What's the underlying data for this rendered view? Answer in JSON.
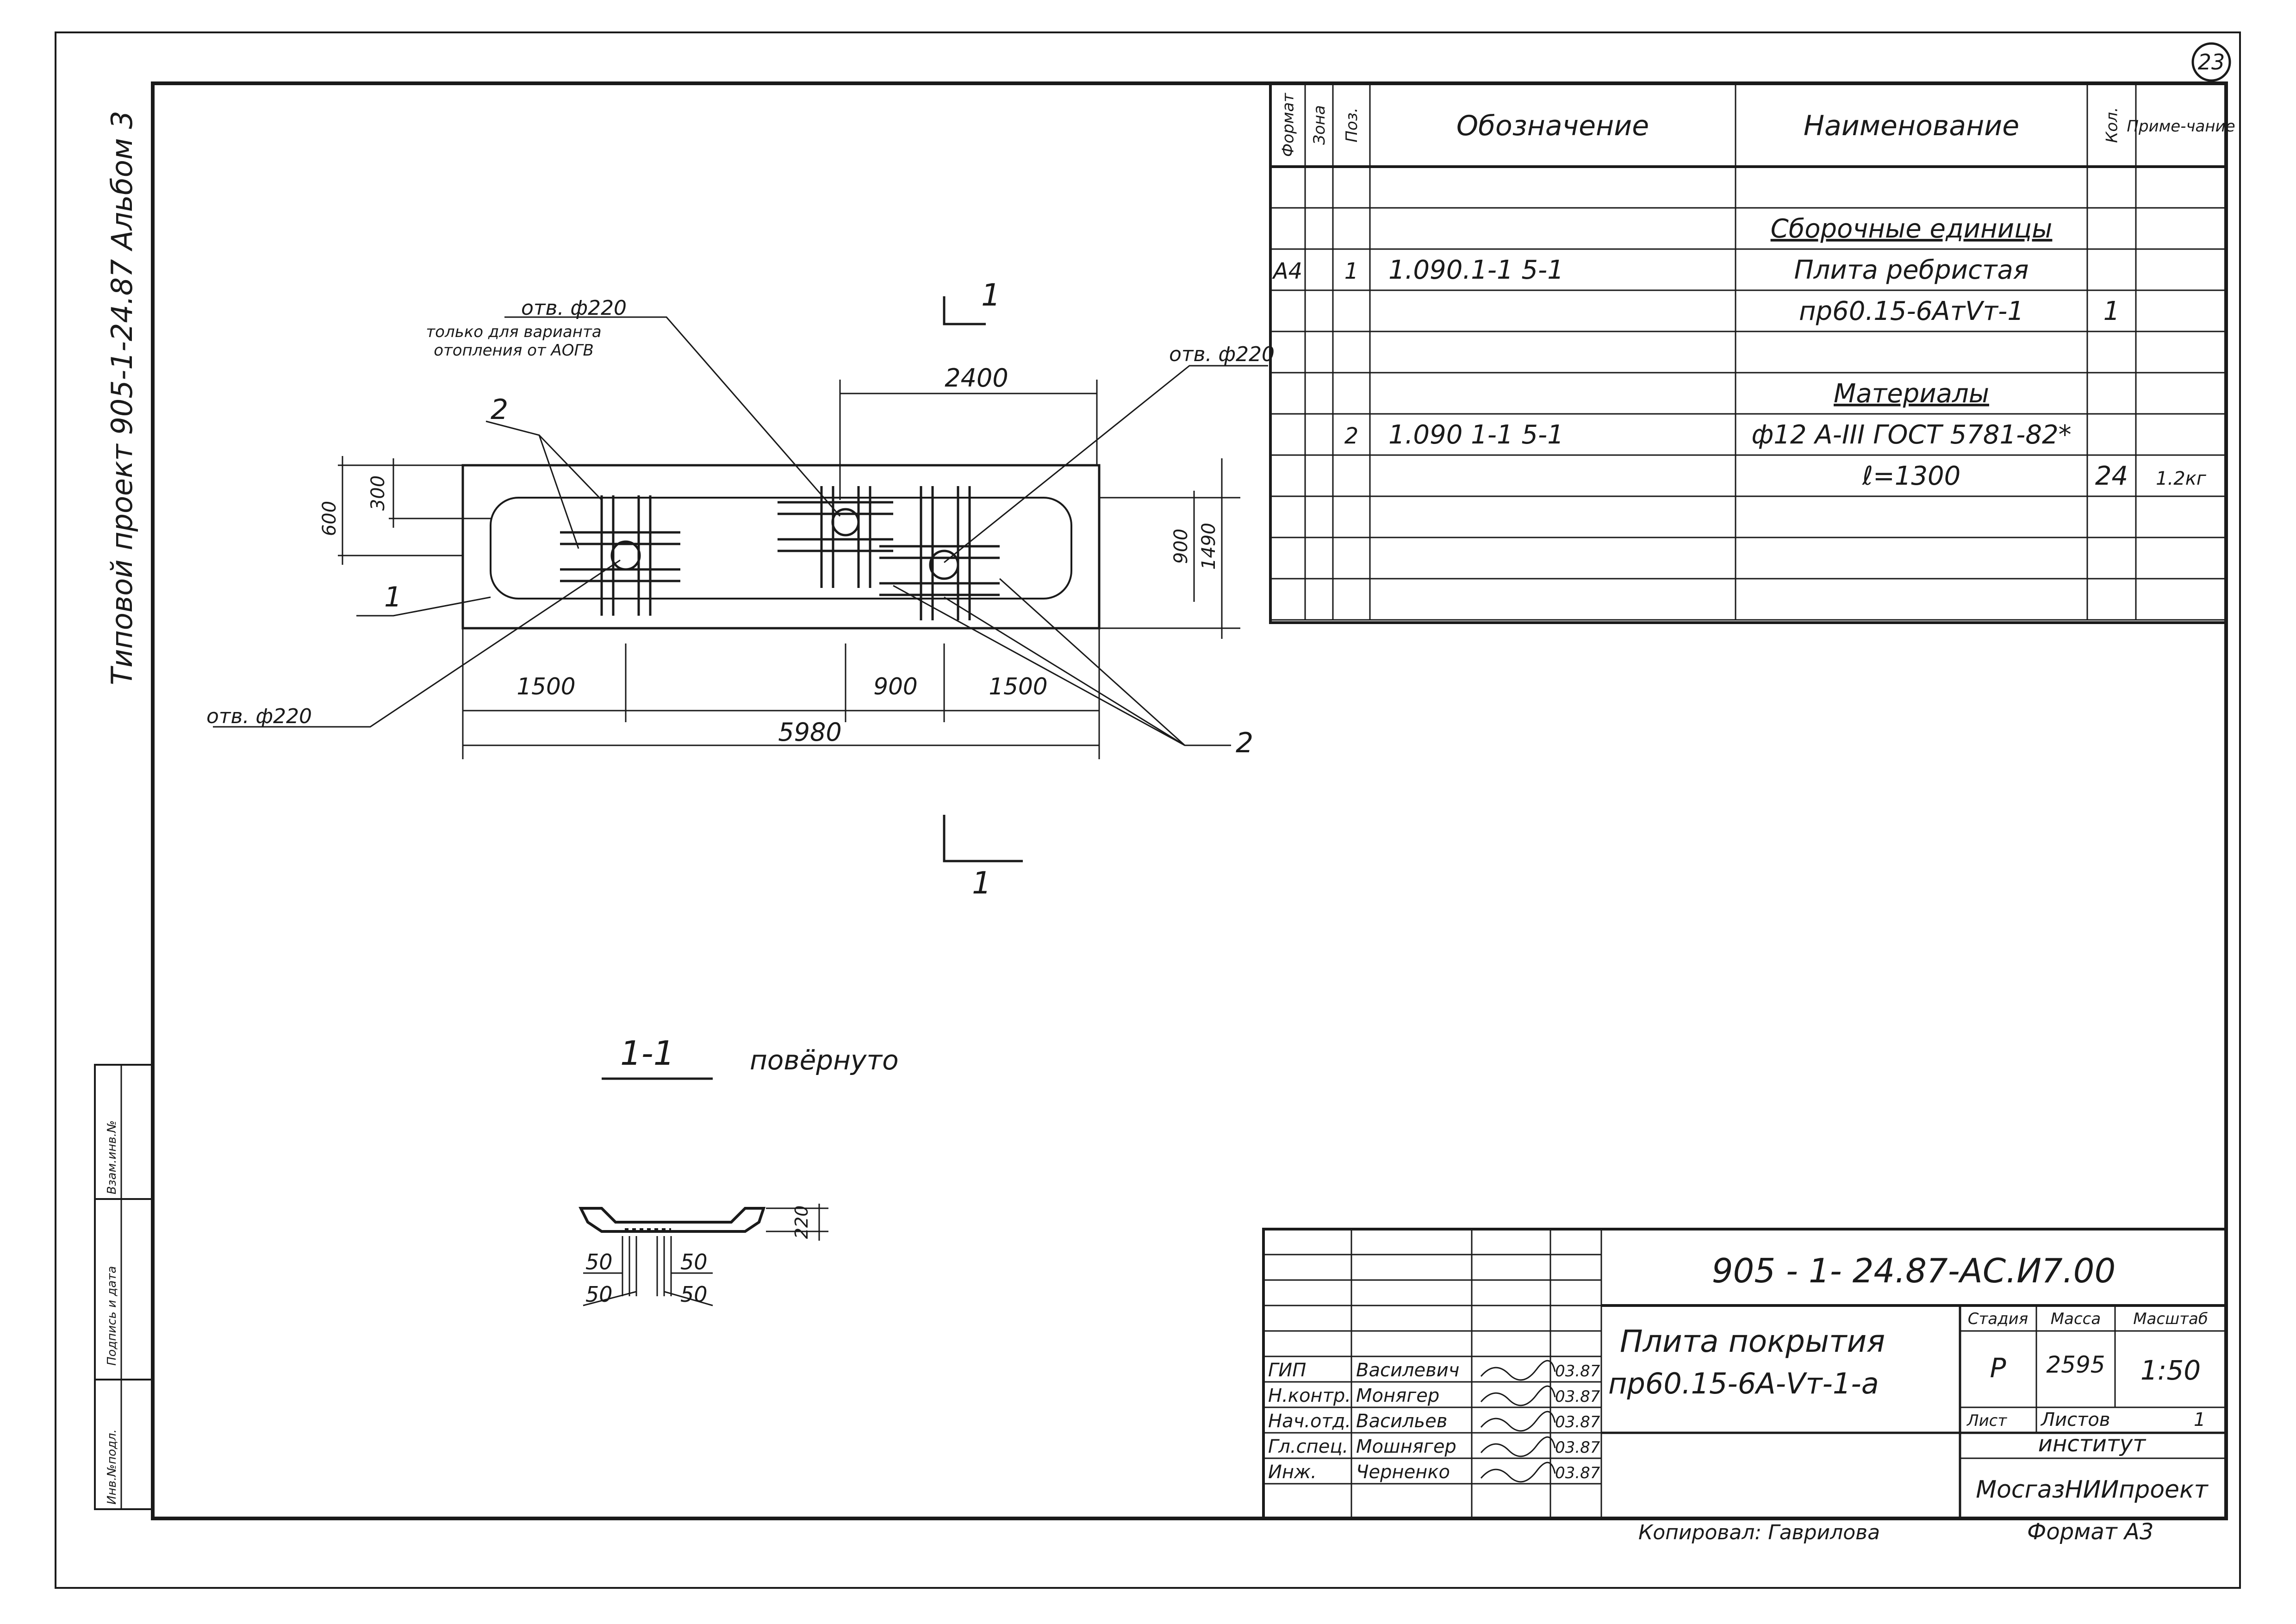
{
  "sheet_number": "23",
  "side_label": "Типовой проект 905-1-24.87 Альбом 3",
  "stamp_boxes": [
    "Инв.№подл.",
    "Подпись и дата",
    "Взам.инв.№"
  ],
  "plan": {
    "dim_2400": "2400",
    "dim_1500_left": "1500",
    "dim_900": "900",
    "dim_1500_right": "1500",
    "dim_5980": "5980",
    "dim_300": "300",
    "dim_600": "600",
    "dim_900_v": "900",
    "dim_1490": "1490",
    "note_hole_top_1": "отв. ф220",
    "note_hole_top_2": "только для варианта",
    "note_hole_top_3": "отопления от АОГВ",
    "note_hole_right": "отв. ф220",
    "note_hole_left": "отв. ф220",
    "pos_1": "1",
    "pos_2_top": "2",
    "pos_2_bottom": "2",
    "cut_top": "1",
    "cut_bottom": "1"
  },
  "section": {
    "title": "1-1",
    "subtitle": "повёрнуто",
    "dim_h": "220",
    "dim_a": "50",
    "dim_b": "50",
    "dim_c": "50",
    "dim_d": "50"
  },
  "spec": {
    "headers": [
      "Формат",
      "Зона",
      "Поз.",
      "Обозначение",
      "Наименование",
      "Кол.",
      "Приме-чание"
    ],
    "rows": [
      [
        "",
        "",
        "",
        "",
        "",
        "",
        ""
      ],
      [
        "",
        "",
        "",
        "",
        "Сборочные единицы",
        "",
        ""
      ],
      [
        "А4",
        "",
        "1",
        "1.090.1-1 5-1",
        "Плита ребристая",
        "",
        ""
      ],
      [
        "",
        "",
        "",
        "",
        "пр60.15-6АтVт-1",
        "1",
        ""
      ],
      [
        "",
        "",
        "",
        "",
        "",
        "",
        ""
      ],
      [
        "",
        "",
        "",
        "",
        "Материалы",
        "",
        ""
      ],
      [
        "",
        "",
        "2",
        "1.090 1-1 5-1",
        "ф12 А-III ГОСТ 5781-82*",
        "",
        ""
      ],
      [
        "",
        "",
        "",
        "",
        "ℓ=1300",
        "24",
        "1.2кг"
      ],
      [
        "",
        "",
        "",
        "",
        "",
        "",
        ""
      ],
      [
        "",
        "",
        "",
        "",
        "",
        "",
        ""
      ],
      [
        "",
        "",
        "",
        "",
        "",
        "",
        ""
      ]
    ]
  },
  "title_block": {
    "code": "905 - 1- 24.87-АС.И7.00",
    "name_line1": "Плита покрытия",
    "name_line2": "пр60.15-6А-Vт-1-а",
    "stage_label": "Стадия",
    "mass_label": "Масса",
    "scale_label": "Масштаб",
    "stage": "Р",
    "mass": "2595",
    "scale": "1:50",
    "sheet_label": "Лист",
    "sheets_label": "Листов",
    "sheets_value": "1",
    "institute_label": "институт",
    "institute": "МосгазНИИпроект",
    "staff": [
      {
        "role": "ГИП",
        "name": "Василевич",
        "date": "03.87"
      },
      {
        "role": "Н.контр.",
        "name": "Монягер",
        "date": "03.87"
      },
      {
        "role": "Нач.отд.",
        "name": "Васильев",
        "date": "03.87"
      },
      {
        "role": "Гл.спец.",
        "name": "Мошнягер",
        "date": "03.87"
      },
      {
        "role": "Инж.",
        "name": "Черненко",
        "date": "03.87"
      }
    ]
  },
  "footer": {
    "copied": "Копировал: Гаврилова",
    "format": "Формат А3"
  }
}
